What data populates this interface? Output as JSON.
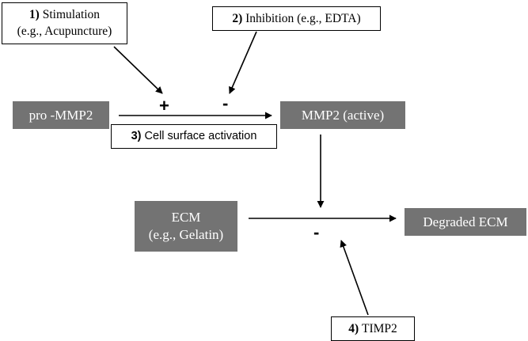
{
  "nodes": {
    "stimulation": {
      "number": "1)",
      "line1": "Stimulation",
      "line2": "(e.g., Acupuncture)"
    },
    "inhibition": {
      "number": "2)",
      "text": "Inhibition (e.g., EDTA)"
    },
    "cell_surface": {
      "number": "3)",
      "text": "Cell surface activation"
    },
    "timp2": {
      "number": "4)",
      "text": "TIMP2"
    },
    "pro_mmp2": {
      "text": "pro -MMP2"
    },
    "mmp2_active": {
      "text": "MMP2 (active)"
    },
    "ecm": {
      "line1": "ECM",
      "line2": "(e.g., Gelatin)"
    },
    "degraded_ecm": {
      "text": "Degraded ECM"
    }
  },
  "signs": {
    "stimulation_effect": "+",
    "inhibition_effect": "-",
    "timp2_effect": "-"
  },
  "colors": {
    "gray_box": "#737373",
    "arrow": "#000000"
  }
}
